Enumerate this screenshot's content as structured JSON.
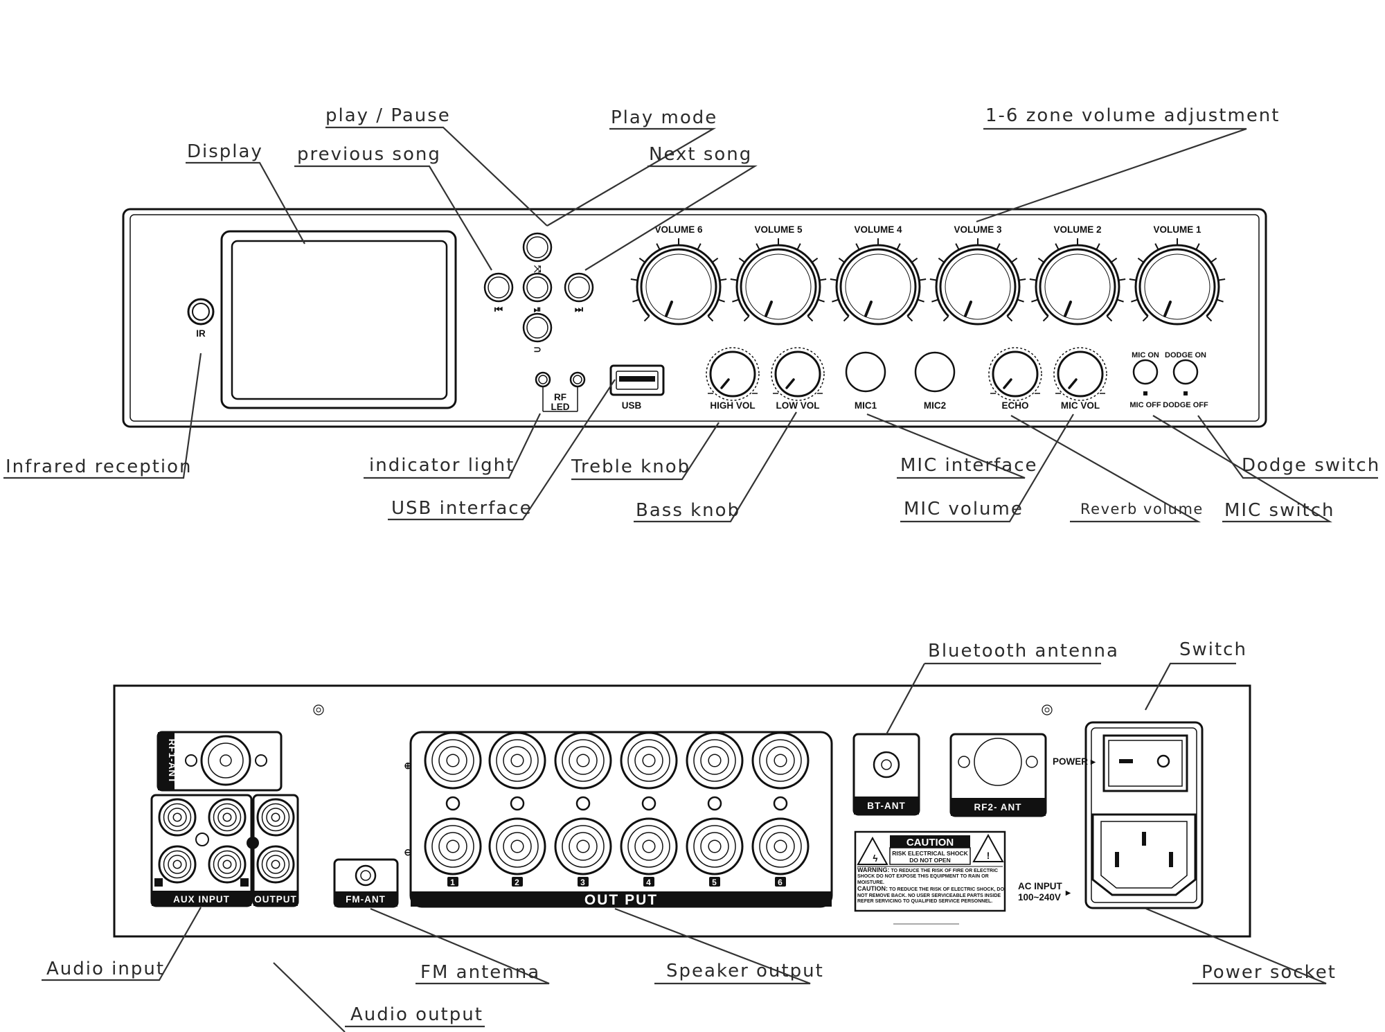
{
  "front_panel": {
    "callouts": {
      "play_pause": "play / Pause",
      "play_mode": "Play mode",
      "zone_volume": "1-6 zone volume adjustment",
      "display": "Display",
      "previous_song": "previous song",
      "next_song": "Next song",
      "infrared_reception": "Infrared reception",
      "indicator_light": "indicator light",
      "usb_interface": "USB interface",
      "treble_knob": "Treble knob",
      "bass_knob": "Bass knob",
      "mic_interface": "MIC interface",
      "mic_volume": "MIC volume",
      "reverb_volume": "Reverb volume",
      "dodge_switch": "Dodge switch",
      "mic_switch": "MIC switch"
    },
    "labels": {
      "ir": "IR",
      "rf_led_line1": "RF",
      "rf_led_line2": "LED",
      "usb": "USB",
      "high_vol": "HIGH VOL",
      "low_vol": "LOW VOL",
      "mic1": "MIC1",
      "mic2": "MIC2",
      "echo": "ECHO",
      "mic_vol": "MIC VOL",
      "mic_on": "MIC ON",
      "mic_off": "MIC OFF",
      "dodge_on": "DODGE ON",
      "dodge_off": "DODGE OFF"
    },
    "volume_knobs": [
      "VOLUME 6",
      "VOLUME  5",
      "VOLUME 4",
      "VOLUME 3",
      "VOLUME 2",
      "VOLUME 1"
    ]
  },
  "rear_panel": {
    "callouts": {
      "bluetooth_antenna": "Bluetooth antenna",
      "switch": "Switch",
      "audio_input": "Audio input",
      "audio_output": "Audio output",
      "fm_antenna": "FM antenna",
      "speaker_output": "Speaker output",
      "power_socket": "Power socket"
    },
    "labels": {
      "rf1_ant": "RF1-ANT",
      "aux_input": "AUX INPUT",
      "output": "OUTPUT",
      "fm_ant": "FM-ANT",
      "out_put": "OUT PUT",
      "bt_ant": "BT-ANT",
      "rf2_ant": "RF2- ANT",
      "power": "POWER",
      "ac_input_line1": "AC INPUT",
      "ac_input_line2": "100~240V"
    },
    "speaker_channels": [
      "1",
      "2",
      "3",
      "4",
      "5",
      "6"
    ],
    "caution": {
      "title": "CAUTION",
      "line1": "RISK ELECTRICAL SHOCK",
      "line2": "DO NOT OPEN",
      "warning_head": "WARNING:",
      "warning_text": "TO REDUCE THE RISK OF FIRE OR ELECTRIC SHOCK DO NOT EXPOSE THIS EQUIPMENT TO RAIN OR MOISTURE.",
      "caution_head": "CAUTION:",
      "caution_text": "TO REDUCE THE RISK OF ELECTRIC SHOCK, DO NOT REMOVE BACK. NO USER SERVICEABLE PARTS INSIDE REFER SERVICING TO QUALIFIED SERVICE PERSONNEL."
    }
  }
}
